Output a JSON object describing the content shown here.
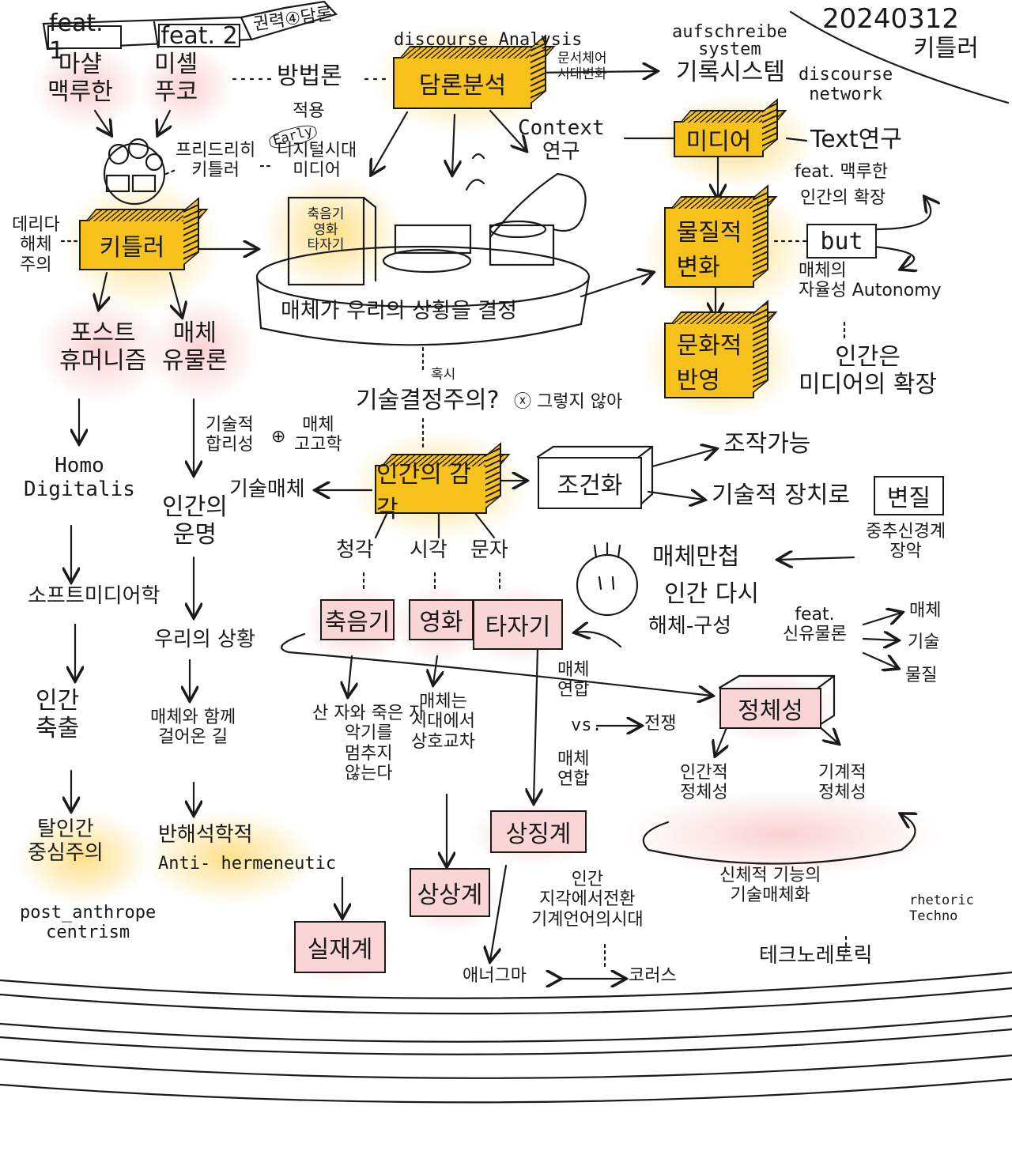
{
  "date": "20240312",
  "author_corner": "키틀러",
  "feat1": "feat. 1",
  "feat2": "feat. 2",
  "feat_tail": "권력④담론",
  "mcluhan": "마샬\n맥루한",
  "foucault": "미셸\n푸코",
  "method": "방법론",
  "discourse_en": "discourse Analysis",
  "discourse_ko": "담론분석",
  "era_change_label": "문서체어\n시대변화",
  "aufschreibe": "aufschreibe\nsystem",
  "record_system": "기록시스템",
  "discourse_network": "discourse\nnetwork",
  "friedrich_kittler": "프리드리히\n키틀러",
  "apply": "적용",
  "early": "Early",
  "digital_media": "디지털시대\n미디어",
  "context": "Context\n연구",
  "media": "미디어",
  "text_research": "Text연구",
  "deconstruction": "데리다\n해체\n주의",
  "kittler": "키틀러",
  "device_book": "축음기\n영화\n타자기",
  "determine": "매체가 우리의 상황을 결정",
  "feat_mcluhan": "feat. 맥루한",
  "human_extension": "인간의 확장",
  "material_change": "물질적\n변화",
  "but": "but",
  "media_autonomy": "매체의\n자율성 Autonomy",
  "cultural_reflection": "문화적\n반영",
  "humans_are": "인간은\n미디어의 확장",
  "posthumanism": "포스트\n휴머니즘",
  "media_materialism": "매체\n유물론",
  "question_hint": "혹시",
  "tech_determinism": "기술결정주의?",
  "not_so": "ⓧ 그렇지 않아",
  "tech_rational": "기술적\n합리성",
  "plus": "⊕",
  "media_archaeology": "매체\n고고학",
  "homo": "Homo\nDigitalis",
  "human_senses": "인간의 감각",
  "tech_media": "기술매체",
  "conditioning": "조건화",
  "manipulable": "조작가능",
  "transform": "기술적 장치로",
  "transform_box": "변질",
  "cns": "중추신경계\n장악",
  "human_fate": "인간의\n운명",
  "hearing": "청각",
  "sight": "시각",
  "letters": "문자",
  "media_first": "매체만첩",
  "human_again": "인간 다시",
  "deconstruct": "해체-구성",
  "feat_neomat": "feat.\n신유물론",
  "nm_media": "매체",
  "nm_tech": "기술",
  "nm_matter": "물질",
  "soft_media": "소프트미디어학",
  "our_situation": "우리의 상황",
  "phonograph": "축음기",
  "film": "영화",
  "typewriter": "타자기",
  "media_alliance": "매체\n연합",
  "vs": "vs.",
  "war": "전쟁",
  "media_alliance2": "매체\n연합",
  "identity": "정체성",
  "human_deletion": "인간\n축출",
  "walking_with_media": "매체와 함께\n걸어온 길",
  "dead_voice": "산 자와 죽은 자\n악기를\n멈추지\n않는다",
  "media_era": "매체는\n시대에서\n상호교차",
  "human_identity": "인간적\n정체성",
  "machine_identity": "기계적\n정체성",
  "post_anthro": "탈인간\n중심주의",
  "anti_herm_ko": "반해석학적",
  "anti_herm_en": "Anti- hermeneutic",
  "symbolic": "상징계",
  "human_perception": "인간\n지각에서전환\n기계언어의시대",
  "body_func": "신체적 기능의\n기술매체화",
  "rhetoric": "rhetoric\nTechno",
  "post_anthro_en": "post_anthrope\ncentrism",
  "real": "실재계",
  "imaginary": "상상계",
  "anagram": "애너그마",
  "chorus": "코러스",
  "techno_rhetoric": "테크노레토릭"
}
